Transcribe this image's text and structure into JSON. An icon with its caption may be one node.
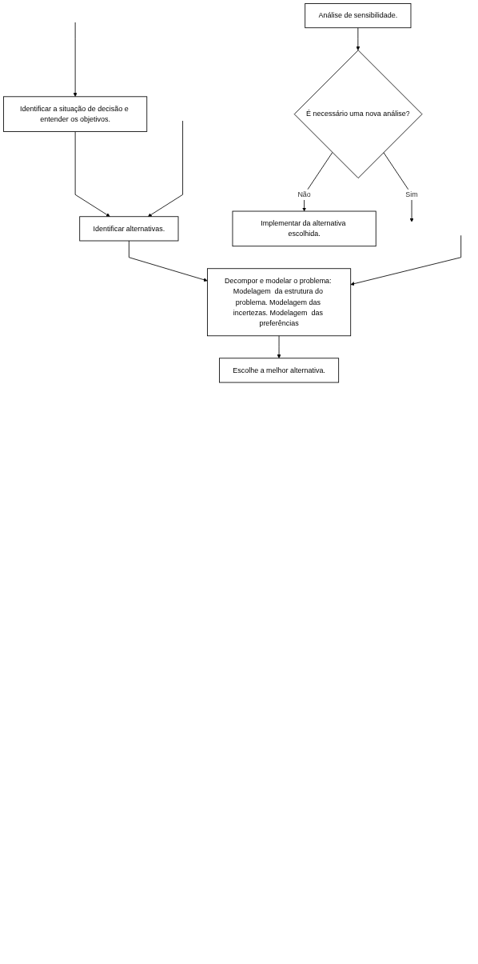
{
  "diagram": {
    "nodes": [
      {
        "text": [
          "Identificar a situação de decisão e entender os objetivos."
        ]
      },
      {
        "text": [
          "Identificar alternativas."
        ]
      },
      {
        "text": [
          "Decompor e modelar o problema: Modelagem  da estrutura do problema. Modelagem das incertezas. Modelagem  das preferências"
        ]
      },
      {
        "text": [
          "Escolhe a melhor alternativa."
        ]
      },
      {
        "text": [
          "Análise de sensibilidade."
        ]
      },
      {
        "text": [
          "É necessário uma nova análise?"
        ]
      },
      {
        "text": [
          "Implementar da alternativa escolhida."
        ]
      }
    ],
    "edges": [
      {
        "from": 0,
        "to": 1,
        "arrow": "to"
      },
      {
        "from": 1,
        "to": 2,
        "arrow": "to"
      },
      {
        "from": 2,
        "to": 3,
        "arrow": "to"
      },
      {
        "from": 4,
        "to": 5,
        "arrow": "to"
      },
      {
        "from": 5,
        "to": null,
        "arrow": "to",
        "label": "Sim"
      },
      {
        "from": 5,
        "to": 6,
        "arrow": "to",
        "label": "Não"
      },
      {
        "from": null,
        "to": 0,
        "arrow": "to"
      },
      {
        "from": null,
        "to": 1,
        "arrow": "to"
      },
      {
        "from": null,
        "to": 2,
        "arrow": "to"
      }
    ]
  }
}
